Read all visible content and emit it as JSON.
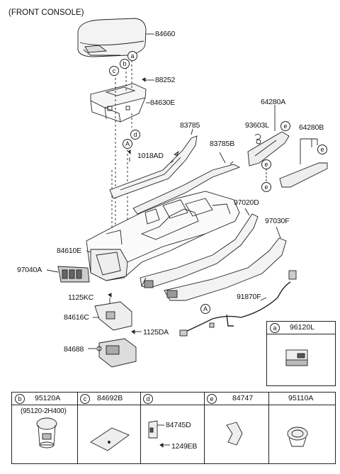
{
  "title": "(FRONT CONSOLE)",
  "callouts": {
    "a": "a",
    "b": "b",
    "c": "c",
    "d": "d",
    "e": "e",
    "A": "A"
  },
  "labels": {
    "p84660": "84660",
    "p88252": "88252",
    "p84630E": "84630E",
    "p1018AD": "1018AD",
    "p83785": "83785",
    "p83785B": "83785B",
    "p64280A": "64280A",
    "p93603L": "93603L",
    "p64280B": "64280B",
    "p97020D": "97020D",
    "p97030F": "97030F",
    "p84610E": "84610E",
    "p97040A": "97040A",
    "p1125KC": "1125KC",
    "p84616C": "84616C",
    "p1125DA": "1125DA",
    "p84688": "84688",
    "p91870F": "91870F"
  },
  "table_a": {
    "letter": "a",
    "part": "96120L"
  },
  "table_bottom": [
    {
      "letter": "b",
      "part": "95120A",
      "sub": "(95120-2H400)"
    },
    {
      "letter": "c",
      "part": "84692B"
    },
    {
      "letter": "d",
      "parts": [
        "84745D",
        "1249EB"
      ]
    },
    {
      "letter": "e",
      "part": "84747"
    },
    {
      "letter": "",
      "part": "95110A"
    }
  ]
}
